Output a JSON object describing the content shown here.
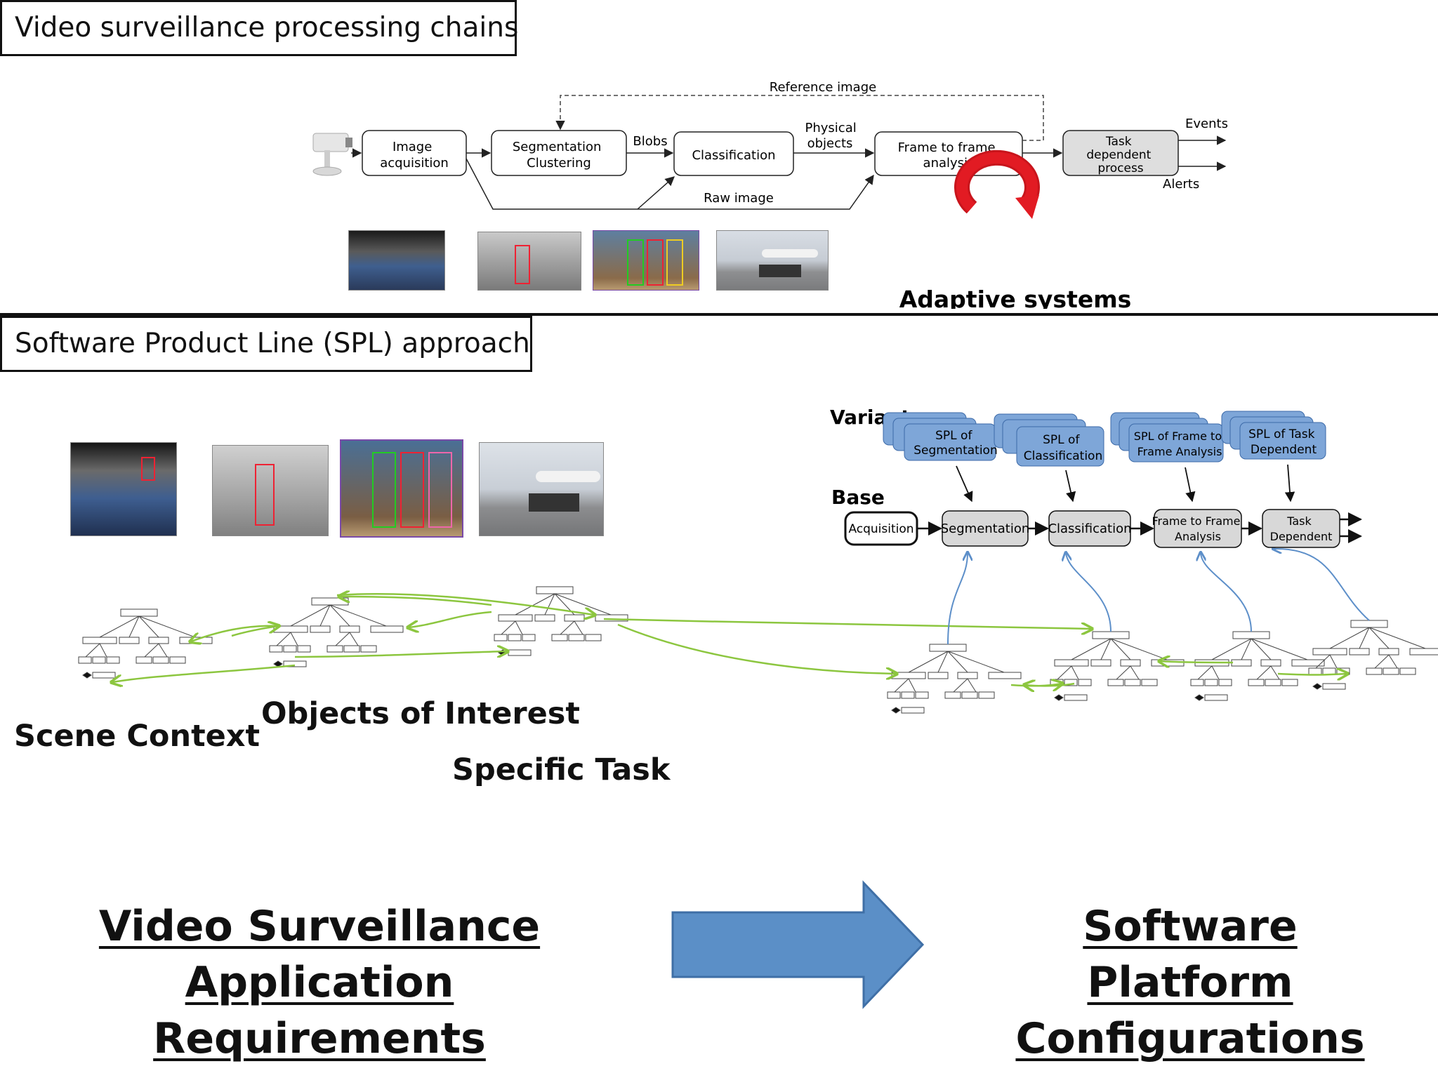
{
  "top": {
    "title": "Video surveillance processing chains",
    "chain": {
      "image_acquisition": [
        "Image",
        "acquisition"
      ],
      "segmentation": [
        "Segmentation",
        "Clustering"
      ],
      "classification": "Classification",
      "frame_analysis": [
        "Frame to frame",
        "analysis"
      ],
      "task": [
        "Task",
        "dependent",
        "process"
      ],
      "reference_image": "Reference image",
      "blobs": "Blobs",
      "physical_objects": [
        "Physical",
        "objects"
      ],
      "raw_image": "Raw image",
      "events": "Events",
      "alerts": "Alerts"
    },
    "adaptive": "Adaptive systems"
  },
  "spl": {
    "title": "Software Product Line (SPL) approach",
    "variants_label": "Variants",
    "base_label": "Base",
    "variants": [
      [
        "SPL of",
        "Segmentation"
      ],
      [
        "SPL of",
        "Classification"
      ],
      [
        "SPL of Frame to",
        "Frame Analysis"
      ],
      [
        "SPL of Task",
        "Dependent"
      ]
    ],
    "base": {
      "acquisition": "Acquisition",
      "segmentation": "Segmentation",
      "classification": "Classification",
      "frame": [
        "Frame to Frame",
        "Analysis"
      ],
      "task": [
        "Task",
        "Dependent"
      ]
    },
    "labels": {
      "scene_context": "Scene Context",
      "objects_of_interest": "Objects of Interest",
      "specific_task": "Specific Task"
    }
  },
  "bottom": {
    "left": [
      "Video Surveillance",
      "Application Requirements"
    ],
    "right": [
      "Software Platform",
      "Configurations"
    ]
  },
  "colors": {
    "variant_fill": "#7ea6d8",
    "variant_stroke": "#3c6aa8",
    "base_fill": "#d8d8d8",
    "green_link": "#8cc63f",
    "blue_link": "#5d8fc9",
    "big_arrow": "#5b8fc7",
    "adaptive_red": "#e21b23"
  }
}
